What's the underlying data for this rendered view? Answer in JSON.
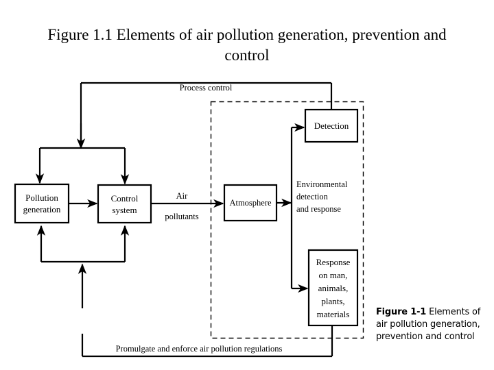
{
  "slide": {
    "title": "Figure 1.1 Elements of air pollution generation, prevention and control",
    "background_color": "#ffffff",
    "ink_color": "#000000"
  },
  "diagram": {
    "type": "block-flow-diagram",
    "nodes": [
      {
        "id": "pollution-generation",
        "label_line1": "Pollution",
        "label_line2": "generation"
      },
      {
        "id": "control-system",
        "label_line1": "Control",
        "label_line2": "system"
      },
      {
        "id": "atmosphere",
        "label_line1": "Atmosphere",
        "label_line2": ""
      },
      {
        "id": "detection",
        "label_line1": "Detection",
        "label_line2": ""
      },
      {
        "id": "response",
        "label_line1": "Response",
        "label_line2": "on man,",
        "label_line3": "animals,",
        "label_line4": "plants,",
        "label_line5": "materials"
      }
    ],
    "edge_labels": {
      "air_pollutants_line1": "Air",
      "air_pollutants_line2": "pollutants",
      "environmental_line1": "Environmental",
      "environmental_line2": "detection",
      "environmental_line3": "and response",
      "process_control": "Process control",
      "promulgate": "Promulgate and enforce air pollution regulations"
    },
    "dashed_group": {
      "name": "environmental-detection-and-response-group",
      "style": "dashed"
    }
  },
  "book_caption": {
    "figure_number": "Figure 1-1",
    "text_line1": "Elements of air",
    "text_line2": "pollution generation,",
    "text_line3": "prevention and control"
  }
}
